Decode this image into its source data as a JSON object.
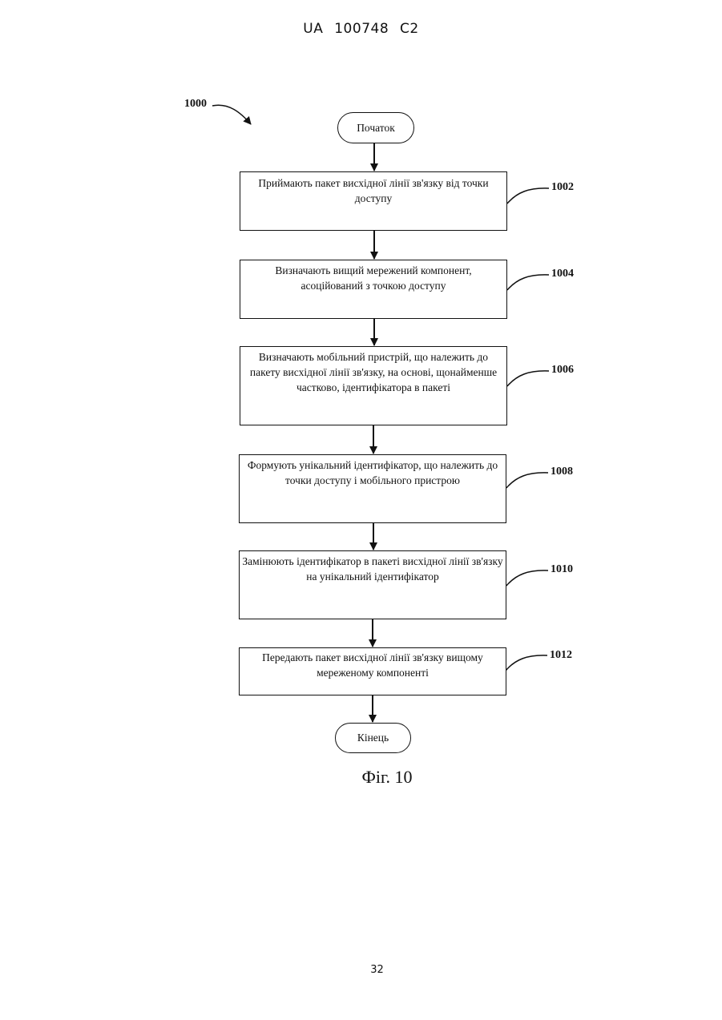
{
  "header": "UA 100748 C2",
  "diagram": {
    "id_label": "1000",
    "start_label": "Початок",
    "end_label": "Кінець",
    "steps": [
      {
        "text": "Приймають пакет висхідної лінії зв'язку від точки доступу",
        "ref": "1002"
      },
      {
        "text": "Визначають вищий мережений компонент, асоційований з точкою доступу",
        "ref": "1004"
      },
      {
        "text": "Визначають мобільний пристрій, що належить до пакету висхідної лінії зв'язку, на основі, щонайменше частково, ідентифікатора в пакеті",
        "ref": "1006"
      },
      {
        "text": "Формують унікальний ідентифікатор, що належить до точки доступу і мобільного пристрою",
        "ref": "1008"
      },
      {
        "text": "Замінюють ідентифікатор в пакеті висхідної лінії зв'язку на унікальний ідентифікатор",
        "ref": "1010"
      },
      {
        "text": "Передають пакет висхідної лінії зв'язку вищому мереженому компоненті",
        "ref": "1012"
      }
    ]
  },
  "caption": "Фіг. 10",
  "page_number": "32"
}
